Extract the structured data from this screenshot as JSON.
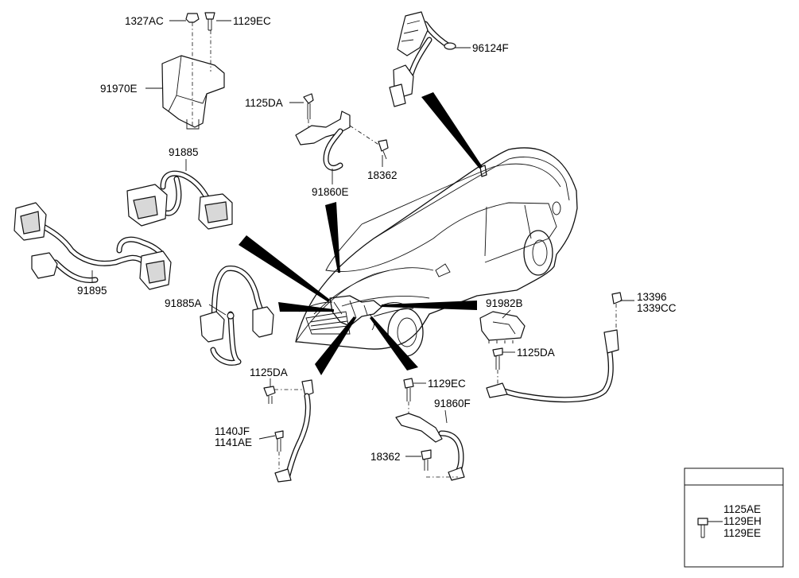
{
  "diagram": {
    "part_labels": {
      "p1327AC": "1327AC",
      "p1129EC_top": "1129EC",
      "p91970E": "91970E",
      "p96124F": "96124F",
      "p1125DA_top": "1125DA",
      "p18362_top": "18362",
      "p91860E": "91860E",
      "p91885": "91885",
      "p91895": "91895",
      "p91885A": "91885A",
      "p91982B": "91982B",
      "p13396": "13396",
      "p1339CC": "1339CC",
      "p1125DA_right": "1125DA",
      "p1125DA_bottom": "1125DA",
      "p1129EC_bottom": "1129EC",
      "p91860F": "91860F",
      "p1140JF": "1140JF",
      "p1141AE": "1141AE",
      "p18362_bottom": "18362"
    },
    "legend_box": {
      "codes": [
        "1125AE",
        "1129EH",
        "1129EE"
      ]
    }
  }
}
